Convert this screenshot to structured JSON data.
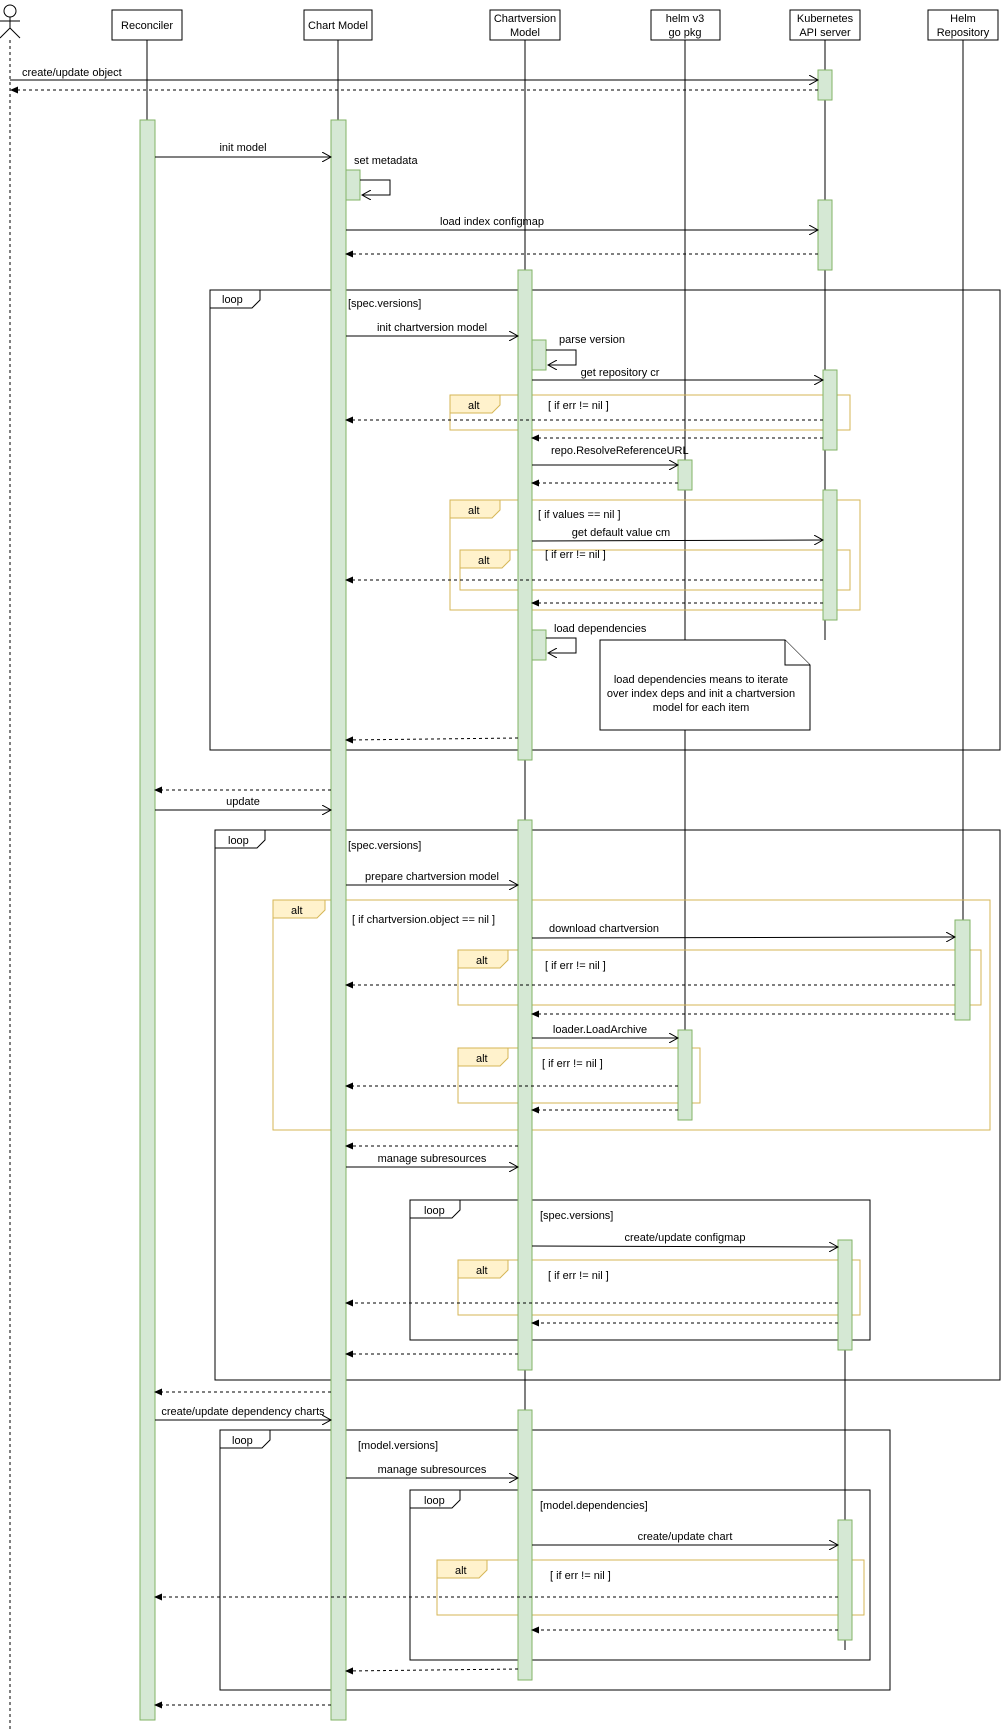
{
  "actors": [
    {
      "key": "user",
      "label": ""
    },
    {
      "key": "reconciler",
      "label": "Reconciler"
    },
    {
      "key": "chart_model",
      "label": "Chart Model"
    },
    {
      "key": "chartversion_model",
      "label": "Chartversion Model"
    },
    {
      "key": "helm_go",
      "label": "helm v3 go pkg"
    },
    {
      "key": "kube_api",
      "label": "Kubernetes API server"
    },
    {
      "key": "helm_repo",
      "label": "Helm Repository"
    }
  ],
  "messages": {
    "create_update_object": "create/update object",
    "init_model": "init model",
    "set_metadata": "set metadata",
    "load_index_configmap": "load index configmap",
    "init_chartversion_model": "init chartversion model",
    "parse_version": "parse version",
    "get_repository_cr": "get repository cr",
    "repo_resolve": "repo.ResolveReferenceURL",
    "get_default_value_cm": "get default value cm",
    "load_dependencies": "load dependencies",
    "update": "update",
    "prepare_chartversion_model": "prepare chartversion model",
    "download_chartversion": "download chartversion",
    "loader_loadarchive": "loader.LoadArchive",
    "manage_subresources": "manage subresources",
    "create_update_configmap": "create/update configmap",
    "create_update_dependency_charts": "create/update dependency charts",
    "create_update_chart": "create/update chart"
  },
  "fragments": {
    "loop": "loop",
    "alt": "alt",
    "spec_versions": "[spec.versions]",
    "model_versions": "[model.versions]",
    "model_dependencies": "[model.dependencies]",
    "if_err_nil": "[ if err != nil ]",
    "if_values_nil": "[ if values == nil ]",
    "if_chartversion_object_nil": "[ if chartversion.object == nil ]"
  },
  "note": {
    "text_lines": [
      "load dependencies means to iterate",
      "over index deps and init a chartversion",
      "model for each item"
    ]
  },
  "colors": {
    "activation_fill": "#d5e8d4",
    "activation_stroke": "#82b366",
    "alt_fill": "#fff2cc",
    "alt_stroke": "#d6b656"
  }
}
